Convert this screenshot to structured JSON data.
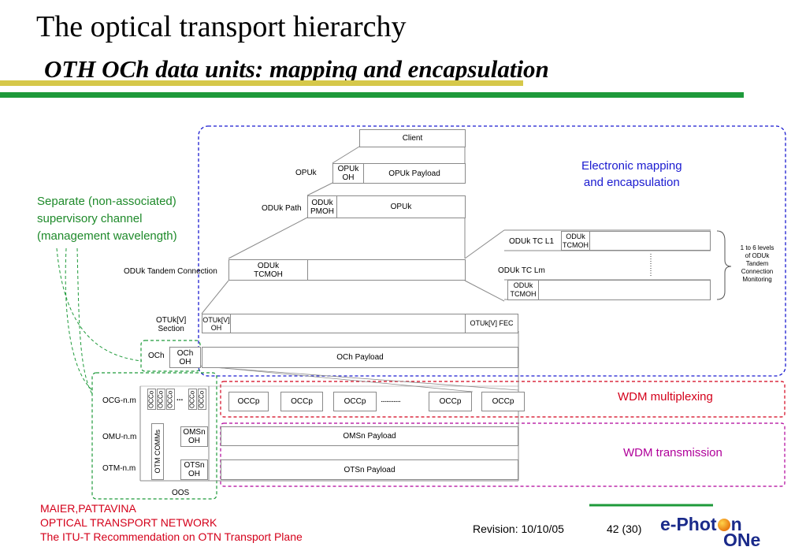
{
  "header": {
    "title": "The optical transport hierarchy",
    "subtitle": "OTH OCh data units: mapping and encapsulation"
  },
  "annotations": {
    "electronic_mapping": "Electronic mapping\nand encapsulation",
    "separate_channel": "Separate (non-associated)\nsupervisory channel\n(management wavelength)",
    "tcm_levels": "1 to 6 levels\nof ODUk\nTandem\nConnection\nMonitoring",
    "wdm_multiplexing": "WDM multiplexing",
    "wdm_transmission": "WDM transmission",
    "dots": "··············"
  },
  "diagram": {
    "client": "Client",
    "opuk_label": "OPUk",
    "opuk_oh": "OPUk\nOH",
    "opuk_payload": "OPUk Payload",
    "oduk_path_label": "ODUk Path",
    "oduk_pmoh": "ODUk\nPMOH",
    "opuk_block": "OPUk",
    "oduk_tc_label": "ODUk Tandem Connection",
    "oduk_tcmoh": "ODUk\nTCMOH",
    "oduk_tc_l1_label": "ODUk TC L1",
    "oduk_tc_l1_box": "ODUk\nTCMOH",
    "oduk_tc_lm_label": "ODUk TC Lm",
    "oduk_tc_lm_box": "ODUk\nTCMOH",
    "otuk_section_label": "OTUk[V]\nSection",
    "otuk_oh": "OTUk[V]\nOH",
    "otuk_fec": "OTUk[V] FEC",
    "och_label": "OCh",
    "och_oh": "OCh\nOH",
    "och_payload": "OCh Payload",
    "ocg_label": "OCG-n.m",
    "omu_label": "OMU-n.m",
    "otm_label": "OTM-n.m",
    "occo": "OCCo",
    "occo_dots": "...",
    "occp": "OCCp",
    "occp_dots": "..............",
    "otm_comms": "OTM COMMs",
    "omsn_oh": "OMSn\nOH",
    "otsn_oh": "OTSn\nOH",
    "omsn_payload": "OMSn Payload",
    "otsn_payload": "OTSn Payload",
    "oos": "OOS"
  },
  "footer": {
    "authors": "MAIER,PATTAVINA",
    "line2": "OPTICAL TRANSPORT NETWORK",
    "line3": "The ITU-T Recommendation on OTN Transport Plane",
    "revision": "Revision: 10/10/05",
    "page": "42 (30)",
    "logo_a": "e-Phot",
    "logo_b": "n",
    "logo_c": "ONe"
  },
  "colors": {
    "yellow_bar": "#d6c84a",
    "green_bar": "#1e9a3a",
    "blue_region": "#1a1ad0",
    "red_region": "#d4001a",
    "magenta_region": "#b0009a",
    "green_region": "#1e9a3a"
  }
}
